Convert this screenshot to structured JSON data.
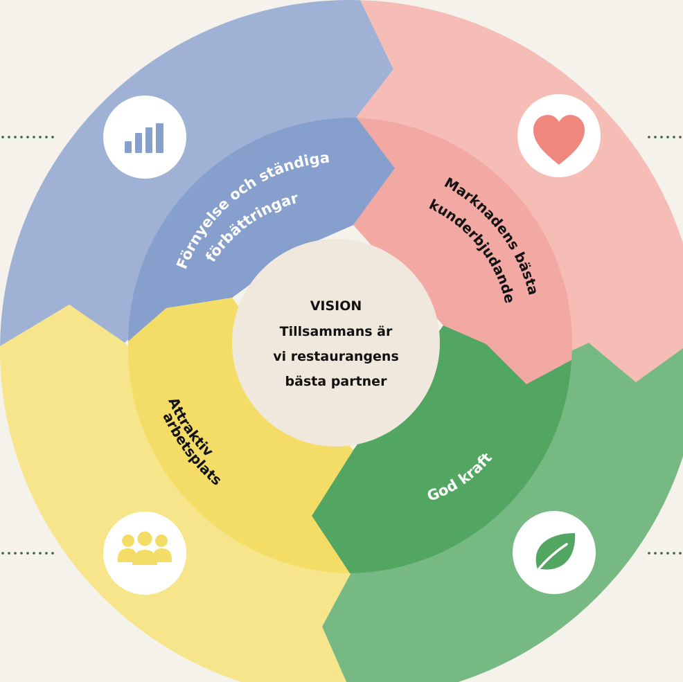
{
  "center": {
    "lines": [
      "VISION",
      "Tillsammans är",
      "vi restaurangens",
      "bästa partner"
    ]
  },
  "segments": {
    "renewal": {
      "line1": "Förnyelse och ständiga",
      "line2": "förbättringar",
      "icon": "bar-chart-icon"
    },
    "market": {
      "line1": "Marknadens bästa",
      "line2": "kunderbjudande",
      "icon": "heart-icon"
    },
    "power": {
      "line1": "God kraft",
      "icon": "leaf-icon"
    },
    "workplace": {
      "line1": "Attraktiv",
      "line2": "arbetsplats",
      "icon": "people-icon"
    }
  },
  "colors": {
    "background": "#f5f2eb",
    "blue_outer": "#9fb2d6",
    "blue_inner": "#879fcc",
    "pink_outer": "#f6bdb7",
    "pink_inner": "#f3a9a3",
    "green_outer": "#77b983",
    "green_inner": "#53a662",
    "yellow_outer": "#f6e58b",
    "yellow_inner": "#f3dd66",
    "center": "#f0e8dc",
    "dotted": "#3f5b45"
  }
}
